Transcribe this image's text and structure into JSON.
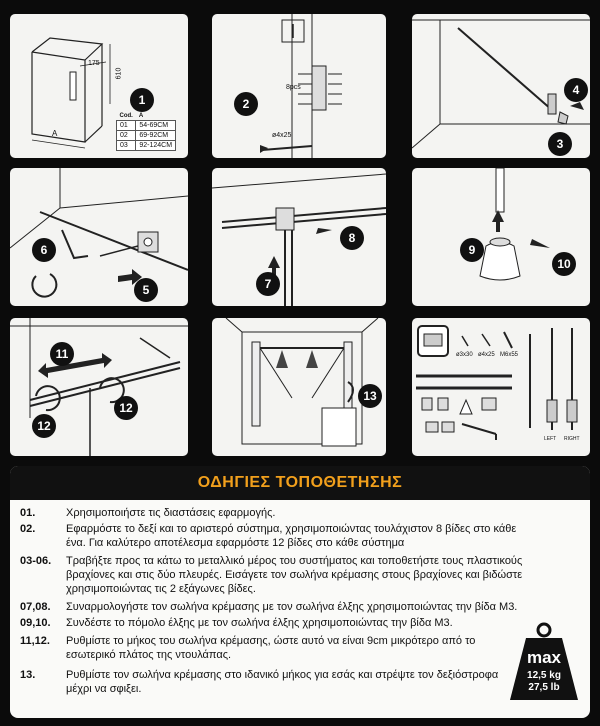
{
  "panels": {
    "p1": {
      "badge": "1",
      "dim_a": "A",
      "dim_depth": "175",
      "dim_height": "610",
      "table_headers": [
        "Cod.",
        "A"
      ],
      "table_rows": [
        [
          "01",
          "54-69CM"
        ],
        [
          "02",
          "69-92CM"
        ],
        [
          "03",
          "92-124CM"
        ]
      ]
    },
    "p2": {
      "badge": "2",
      "pcs": "8pcs",
      "screw": "ø4x25"
    },
    "p3": {
      "badges": [
        "3",
        "4"
      ]
    },
    "p4": {
      "badges": [
        "5",
        "6"
      ]
    },
    "p5": {
      "badges": [
        "7",
        "8"
      ]
    },
    "p6": {
      "badges": [
        "9",
        "10"
      ]
    },
    "p7": {
      "badges": [
        "11",
        "12",
        "12"
      ]
    },
    "p8": {
      "badge": "13"
    },
    "p9": {
      "parts": [
        "ø3x30",
        "ø4x25",
        "M6x55"
      ],
      "sides": [
        "LEFT",
        "RIGHT"
      ]
    }
  },
  "instructions": {
    "title": "ΟΔΗΓΙΕΣ ΤΟΠΟΘΕΤΗΣΗΣ",
    "steps": [
      {
        "num": "01.",
        "text": "Χρησιμοποιήστε τις διαστάσεις εφαρμογής."
      },
      {
        "num": "02.",
        "text": "Εφαρμόστε το δεξί και το αριστερό σύστημα, χρησιμοποιώντας τουλάχιστον 8 βίδες στο κάθε ένα. Για καλύτερο αποτέλεσμα εφαρμόστε 12 βίδες στο κάθε σύστημα"
      },
      {
        "num": "03-06.",
        "text": "Τραβήξτε προς τα κάτω το μεταλλικό μέρος του συστήματος και τοποθετήστε τους πλαστικούς βραχίονες και στις δύο πλευρές. Εισάγετε τον σωλήνα κρέμασης στους βραχίονες και βιδώστε χρησιμοποιώντας τις 2 εξάγωνες βίδες."
      },
      {
        "num": "07,08.",
        "text": "Συναρμολογήστε τον σωλήνα κρέμασης με τον σωλήνα έλξης χρησιμοποιώντας την βίδα Μ3."
      },
      {
        "num": "09,10.",
        "text": "Συνδέστε το πόμολο έλξης με τον σωλήνα έλξης χρησιμοποιώντας την βίδα Μ3."
      },
      {
        "num": "11,12.",
        "text": "Ρυθμίστε το μήκος του σωλήνα κρέμασης, ώστε αυτό να είναι 9cm μικρότερο από το εσωτερικό πλάτος της ντουλάπας."
      },
      {
        "num": "13.",
        "text": "Ρυθμίστε τον σωλήνα κρέμασης στο ιδανικό μήκος για εσάς και στρέψτε τον δεξιόστροφα μέχρι να σφιξει."
      }
    ]
  },
  "max_load": {
    "label": "max",
    "kg": "12,5 kg",
    "lb": "27,5 lb"
  }
}
